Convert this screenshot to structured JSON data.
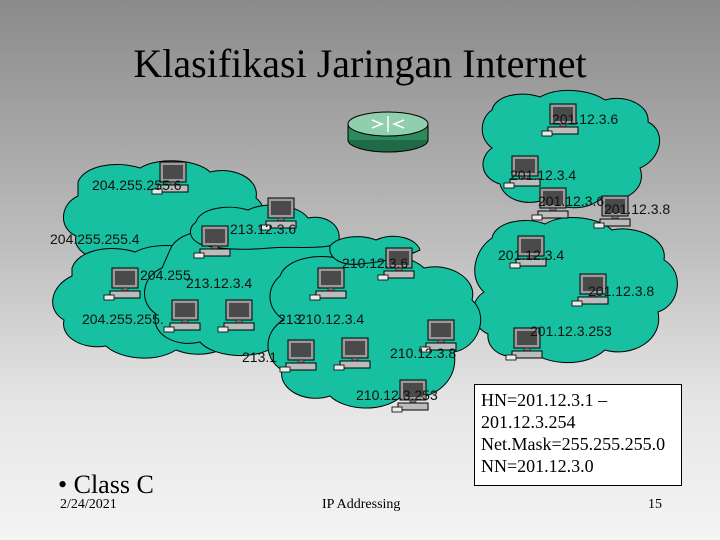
{
  "title": "Klasifikasi Jaringan Internet",
  "colors": {
    "cloud": "#17c0a0",
    "router": "#2e8a5c"
  },
  "icons": {
    "router": "router-icon",
    "computer": "computer-icon"
  },
  "ip_labels": [
    "201.12.3.6",
    "201.12.3.4",
    "204.255.255.6",
    "201.12.3.6",
    "201.12.3.8",
    "213.12.3.6",
    "204.255.255.4",
    "201.12.3.4",
    "210.12.3.6",
    "204.255",
    "213.12.3.4",
    "201.12.3.8",
    "204.255.255.",
    "213",
    "210.12.3.4",
    "201.12.3.253",
    "213.1",
    "210.12.3.8",
    "210.12.3.253"
  ],
  "host_info": {
    "hn": "HN=201.12.3.1 –",
    "hn_end": "201.12.3.254",
    "netmask": "Net.Mask=255.255.255.0",
    "nn": "NN=201.12.3.0"
  },
  "bullet": "• Class C",
  "footer": {
    "date": "2/24/2021",
    "center": "IP Addressing",
    "page": "15"
  }
}
